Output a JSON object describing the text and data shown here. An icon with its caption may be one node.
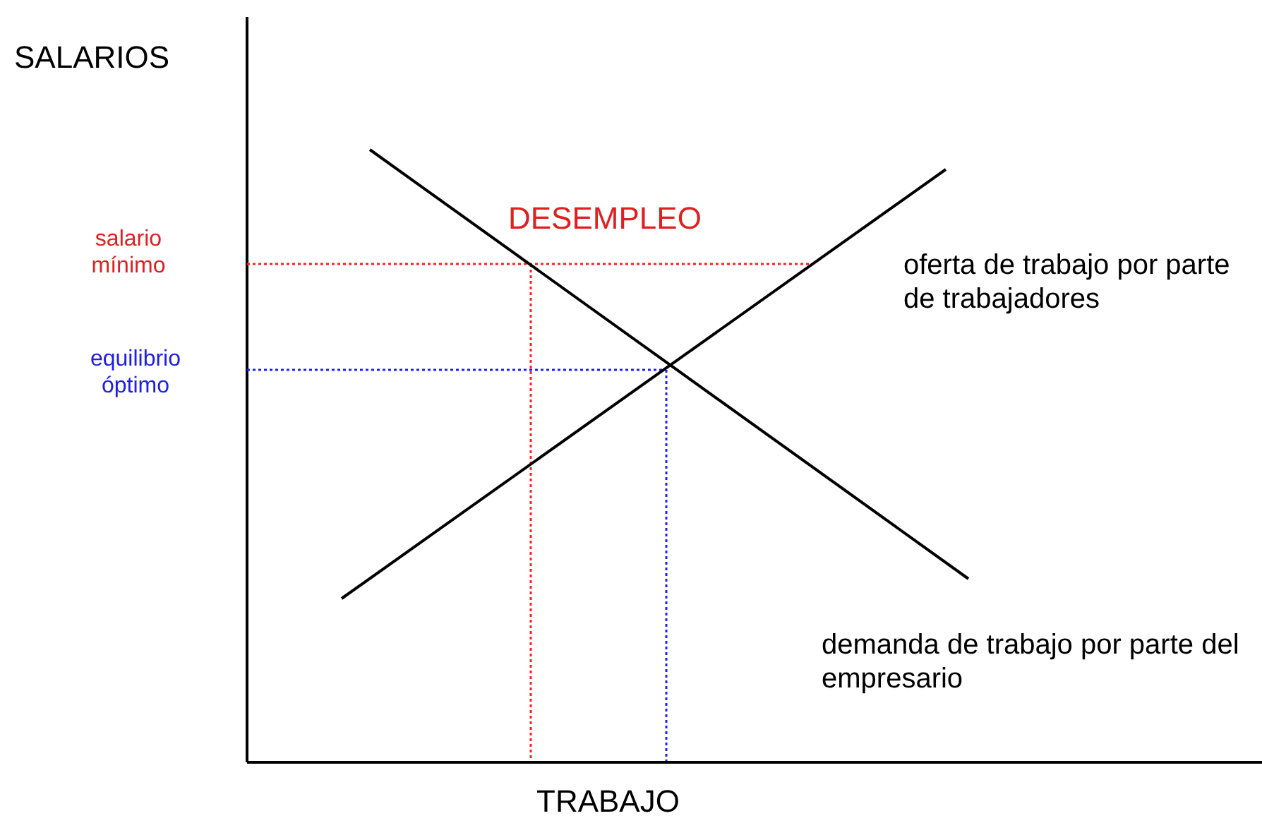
{
  "diagram": {
    "labels": [
      "SALARIOS",
      "salario mínimo",
      "DESEMPLEO",
      "oferta de trabajo por parte de trabajadores",
      "equilibrio óptimo",
      "demanda de trabajo por parte del empresario",
      "TRABAJO"
    ]
  }
}
